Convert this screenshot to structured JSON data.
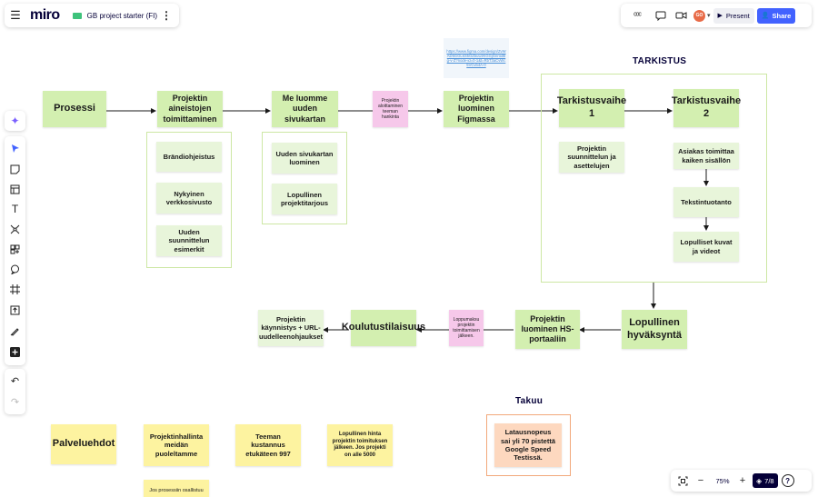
{
  "topbar": {
    "logo": "miro",
    "board_name": "GB project starter (FI)",
    "menu_icon": "hamburger-icon",
    "more_icon": "more-vertical-icon"
  },
  "rightbar": {
    "reactions_icon": "reactions-icon",
    "comments_icon": "comments-icon",
    "video_icon": "video-icon",
    "avatar_initials": "GO",
    "present_label": "Present",
    "share_label": "Share",
    "share_color": "#4262ff"
  },
  "toolbar": {
    "items": [
      "ai-sparkle-icon",
      "select-icon",
      "sticky-note-icon",
      "table-icon",
      "text-icon",
      "mindmap-icon",
      "templates-icon",
      "comment-icon",
      "frame-icon",
      "upload-icon",
      "pen-icon",
      "add-icon",
      "undo-icon",
      "redo-icon"
    ]
  },
  "zoombar": {
    "zoom": "75%",
    "pages": "7/8"
  },
  "board": {
    "frame_labels": {
      "tarkistus": "TARKISTUS",
      "takuu": "Takuu"
    },
    "notes": {
      "prosessi": "Prosessi",
      "aineistot": "Projektin aineistojen toimittaminen",
      "sivukartta": "Me luomme uuden sivukartan",
      "aloitus": "Projektin aloittaminen teeman hankinta",
      "link": "https://www.figma.com/design/ZvWAD5GGLkS5OZbuUzKGGjGnrodBg-v-Z?node-id=0-1&t=RbT3aCvWc5VCvb4A-0",
      "figma": "Projektin luominen Figmassa",
      "tarkistus1": "Tarkistusvaihe 1",
      "tarkistus2": "Tarkistusvaihe 2",
      "suunnittelu": "Projektin suunnittelun ja asettelujen",
      "asiakas": "Asiakas toimittaa kaiken sisällön",
      "teksti": "Tekstintuotanto",
      "kuvat": "Lopulliset kuvat ja videot",
      "brandi": "Brändiohjeistus",
      "nykyinen": "Nykyinen verkkosivusto",
      "esimerkit": "Uuden suunnittelun esimerkit",
      "uusisivukartta": "Uuden sivukartan luominen",
      "tarjous": "Lopullinen projektitarjous",
      "hyvaksynta": "Lopullinen hyväksyntä",
      "hs": "Projektin luominen HS-portaaliin",
      "loppumaksu": "Loppumaksu projektin toimittamisen jälkeen.",
      "koulutus": "Koulutustilaisuus",
      "kaynnistys": "Projektin käynnistys + URL-uudelleenohjaukset",
      "takuu": "Latausnopeus sai yli 70 pistettä Google Speed Testissä.",
      "palveluehdot": "Palveluehdot",
      "hallinta": "Projektinhallinta meidän puoleltamme",
      "kustannus": "Teeman kustannus etukäteen 997",
      "hinta": "Lopullinen hinta projektin toimituksen jälkeen. Jos projekti on alle 5000",
      "osallistuu": "Jos prosessiin osallistuu"
    }
  }
}
